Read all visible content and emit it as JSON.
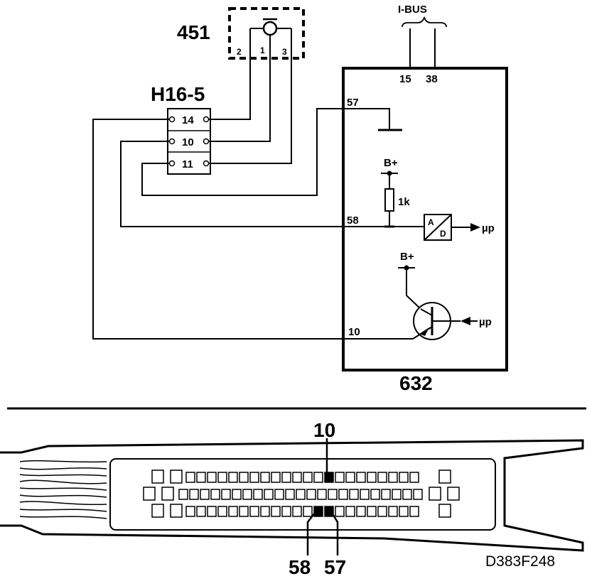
{
  "schematic": {
    "sensor_id": "451",
    "sensor_pins": [
      "2",
      "1",
      "3"
    ],
    "connector_id": "H16-5",
    "connector_pins": [
      "14",
      "10",
      "11"
    ],
    "bus_label": "I-BUS",
    "bus_pins": [
      "15",
      "38"
    ],
    "module_id": "632",
    "module_pins": {
      "ground": "57",
      "analog": "58",
      "output": "10"
    },
    "supply_label": "B+",
    "resistor_label": "1k",
    "adc_letters": [
      "A",
      "D"
    ],
    "processor_label": "µp"
  },
  "connector_view": {
    "pin_top": "10",
    "pin_bottom_left": "58",
    "pin_bottom_right": "57",
    "figure_code": "D383F248"
  }
}
